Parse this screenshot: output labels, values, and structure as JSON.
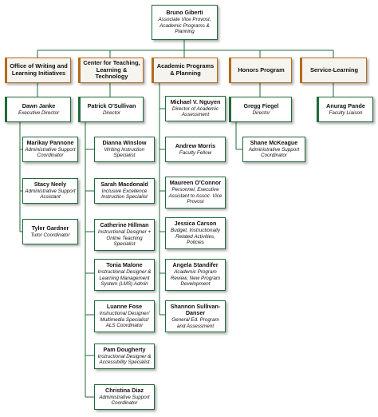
{
  "root": {
    "name": "Bruno Giberti",
    "title": "Associate Vice Provost, Academic Programs & Planning"
  },
  "departments": [
    {
      "name": "Office of Writing and Learning Initiatives",
      "head": {
        "name": "Dawn Janke",
        "title": "Executive Director"
      },
      "staff": [
        {
          "name": "Marikay Pannone",
          "title": "Administrative Support Coordinator"
        },
        {
          "name": "Stacy Neely",
          "title": "Administrative Support Assistant"
        },
        {
          "name": "Tyler Gardner",
          "title": "Tutor Coordinator"
        }
      ]
    },
    {
      "name": "Center for Teaching, Learning & Technology",
      "head": {
        "name": "Patrick O'Sullivan",
        "title": "Director"
      },
      "staff": [
        {
          "name": "Dianna Winslow",
          "title": "Writing Instruction Specialist"
        },
        {
          "name": "Sarah Macdonald",
          "title": "Inclusive Excellence Instruction Specialist"
        },
        {
          "name": "Catherine Hillman",
          "title": "Instructional Designer + Online Teaching Specialist"
        },
        {
          "name": "Tonia Malone",
          "title": "Instructional Designer & Learning Management System (LMS) Admin"
        },
        {
          "name": "Luanne Fose",
          "title": "Instructional Designer/ Multimedia Specialist/ ALS Coordinator"
        },
        {
          "name": "Pam Dougherty",
          "title": "Instructional Designer & Accessibility Specialist"
        },
        {
          "name": "Christina Diaz",
          "title": "Administrative Support Coordinator"
        }
      ]
    },
    {
      "name": "Academic Programs & Planning",
      "staff": [
        {
          "name": "Michael V. Nguyen",
          "title": "Director of Academic Assessment"
        },
        {
          "name": "Andrew Morris",
          "title": "Faculty Fellow"
        },
        {
          "name": "Maureen O'Connor",
          "title": "Personnel, Executive Assistant to Assoc. Vice Provost"
        },
        {
          "name": "Jessica Carson",
          "title": "Budget, Instructionally Related Activities, Policies"
        },
        {
          "name": "Angela Standifer",
          "title": "Academic Program Review, New Program Development"
        },
        {
          "name": "Shannon Sullivan-Danser",
          "title": "General Ed. Program and Assessment"
        }
      ]
    },
    {
      "name": "Honors Program",
      "head": {
        "name": "Gregg Fiegel",
        "title": "Director"
      },
      "staff": [
        {
          "name": "Shane McKeague",
          "title": "Administrative Support Coordinator"
        }
      ]
    },
    {
      "name": "Service-Learning",
      "head": {
        "name": "Anurag Pande",
        "title": "Faculty Liaison"
      },
      "staff": []
    }
  ],
  "colors": {
    "line": "#1f6b3a",
    "dept_border": "#b56a1c",
    "box_border": "#1f6b3a"
  }
}
